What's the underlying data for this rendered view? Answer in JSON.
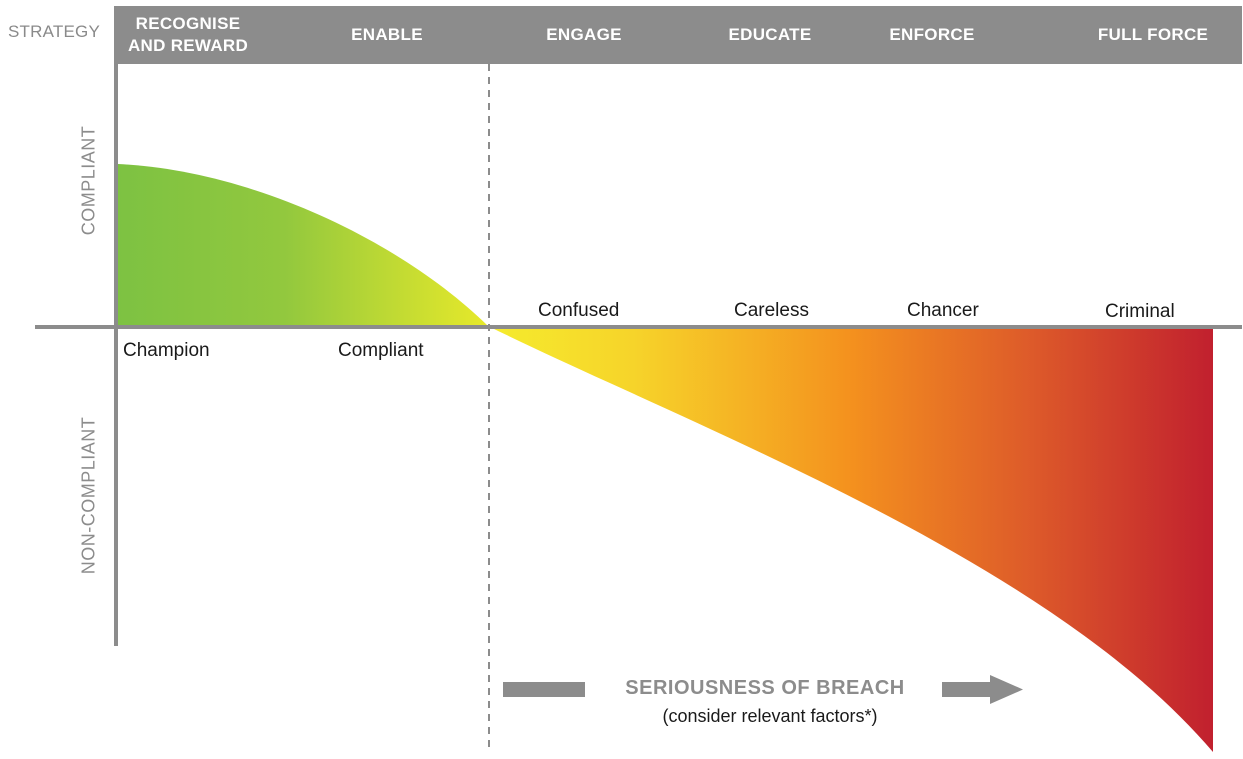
{
  "header": {
    "strategy_label": "STRATEGY",
    "columns": [
      "RECOGNISE AND REWARD",
      "ENABLE",
      "ENGAGE",
      "EDUCATE",
      "ENFORCE",
      "FULL FORCE"
    ]
  },
  "axis": {
    "compliant": "COMPLIANT",
    "non_compliant": "NON-COMPLIANT"
  },
  "categories": {
    "champion": "Champion",
    "compliant": "Compliant",
    "confused": "Confused",
    "careless": "Careless",
    "chancer": "Chancer",
    "criminal": "Criminal"
  },
  "breach": {
    "title": "SERIOUSNESS OF BREACH",
    "subtitle": "(consider relevant factors*)"
  },
  "colors": {
    "header": "#8c8c8c",
    "green": "#7dc242",
    "yellow": "#f5e72d",
    "orange": "#f4911e",
    "red": "#c1202e",
    "axis": "#8c8c8c"
  }
}
